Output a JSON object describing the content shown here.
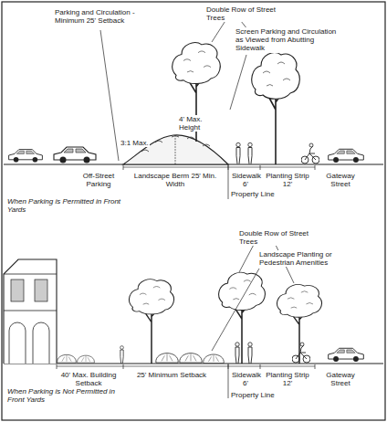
{
  "diagram": {
    "labels": [
      "Parking and Circulation - Minimum 25' Setback",
      "Double Row of Street Trees",
      "Screen Parking and Circulation as Viewed from Abutting Sidewalk",
      "3:1 Max.",
      "4' Max. Height",
      "Off-Street Parking",
      "Landscape Berm 25' Min. Width",
      "Sidewalk 6'",
      "Planting Strip 12'",
      "Gateway Street",
      "Property Line",
      "When Parking is Permitted in Front Yards",
      "Double Row of Street Trees",
      "Landscape Planting or Pedestrian Amenities",
      "40' Max. Building Setback",
      "25' Minimum Setback",
      "Sidewalk 6'",
      "Planting Strip 12'",
      "Gateway Street",
      "Property Line",
      "When Parking is Not Permitted in Front Yards"
    ]
  }
}
